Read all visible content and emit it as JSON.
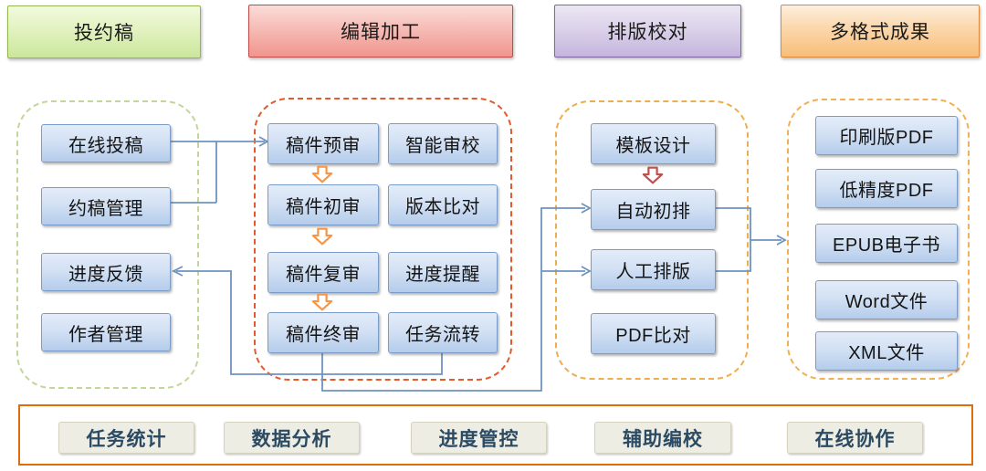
{
  "stages": [
    {
      "label": "投约稿"
    },
    {
      "label": "编辑加工"
    },
    {
      "label": "排版校对"
    },
    {
      "label": "多格式成果"
    }
  ],
  "submission": {
    "items": [
      "在线投稿",
      "约稿管理",
      "进度反馈",
      "作者管理"
    ]
  },
  "editing": {
    "flow": [
      "稿件预审",
      "稿件初审",
      "稿件复审",
      "稿件终审"
    ],
    "tools": [
      "智能审校",
      "版本比对",
      "进度提醒",
      "任务流转"
    ]
  },
  "typesetting": {
    "items": [
      "模板设计",
      "自动初排",
      "人工排版",
      "PDF比对"
    ]
  },
  "outputs": {
    "items": [
      "印刷版PDF",
      "低精度PDF",
      "EPUB电子书",
      "Word文件",
      "XML文件"
    ]
  },
  "footer": {
    "items": [
      "任务统计",
      "数据分析",
      "进度管控",
      "辅助编校",
      "在线协作"
    ]
  },
  "colors": {
    "stage_green": "#cbe69c",
    "stage_red": "#f0958d",
    "stage_purple": "#c4b5dd",
    "stage_orange": "#f8bd79",
    "node_fill": "#c6d9f1",
    "node_border": "#7a9cc9",
    "connector_blue": "#6e93c0",
    "flow_arrow_orange": "#f79646",
    "flow_arrow_red": "#c0504d",
    "footer_border": "#e36c0a",
    "group_border_submission": "#c3d69b",
    "group_border_editing": "#e25a2d",
    "group_border_typesetting": "#eead4f",
    "group_border_outputs": "#f2b054"
  }
}
